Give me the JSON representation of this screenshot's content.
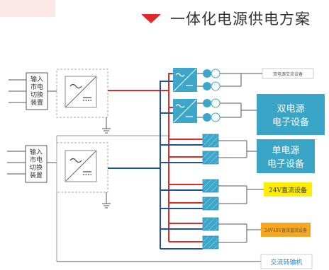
{
  "header": {
    "title": "一体化电源供电方案",
    "accent_color": "#e0272b",
    "icon": "down-triangle-icon"
  },
  "diagram": {
    "switch_boxes": [
      {
        "lines": [
          "输入",
          "市电",
          "切换",
          "装置"
        ]
      },
      {
        "lines": [
          "输入",
          "市电",
          "切换",
          "装置"
        ]
      }
    ],
    "loads": [
      {
        "label": "双电源交流设备"
      },
      {
        "lines": [
          "双电源",
          "电子设备"
        ]
      },
      {
        "lines": [
          "单电源",
          "电子设备"
        ]
      },
      {
        "label": "24V直流设备"
      },
      {
        "label": "24V48V直流直流设备"
      },
      {
        "label": "交流转输机"
      }
    ],
    "colors": {
      "red_bus": "#e02a2a",
      "blue_bus": "#1f4fa0",
      "module_teal": "#3ea6c8",
      "load_teal": "#3aa5c6",
      "dc_yellow": "#ffee00",
      "dc_orange": "#f5a623"
    }
  }
}
